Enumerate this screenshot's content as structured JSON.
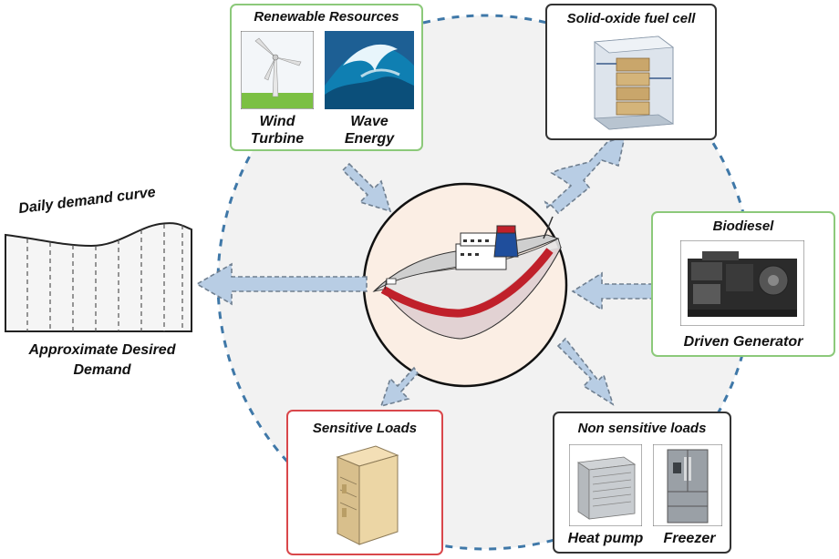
{
  "renewable": {
    "title": "Renewable Resources",
    "wind_label_1": "Wind",
    "wind_label_2": "Turbine",
    "wave_label_1": "Wave",
    "wave_label_2": "Energy"
  },
  "fuel_cell": {
    "title": "Solid-oxide fuel cell"
  },
  "biodiesel": {
    "title": "Biodiesel",
    "caption": "Driven Generator"
  },
  "demand": {
    "title": "Daily demand curve",
    "caption_1": "Approximate Desired",
    "caption_2": "Demand"
  },
  "sensitive": {
    "title": "Sensitive Loads"
  },
  "non_sensitive": {
    "title": "Non sensitive loads",
    "heat_pump_label": "Heat pump",
    "freezer_label": "Freezer"
  },
  "colors": {
    "green_border": "#8cc97a",
    "red_border": "#d9474b",
    "dark_border": "#333333",
    "arrow_fill": "#b8cde4",
    "arrow_stroke": "#6f7f90",
    "ring_dash": "#3f78a8",
    "hull_red": "#c0202a"
  }
}
